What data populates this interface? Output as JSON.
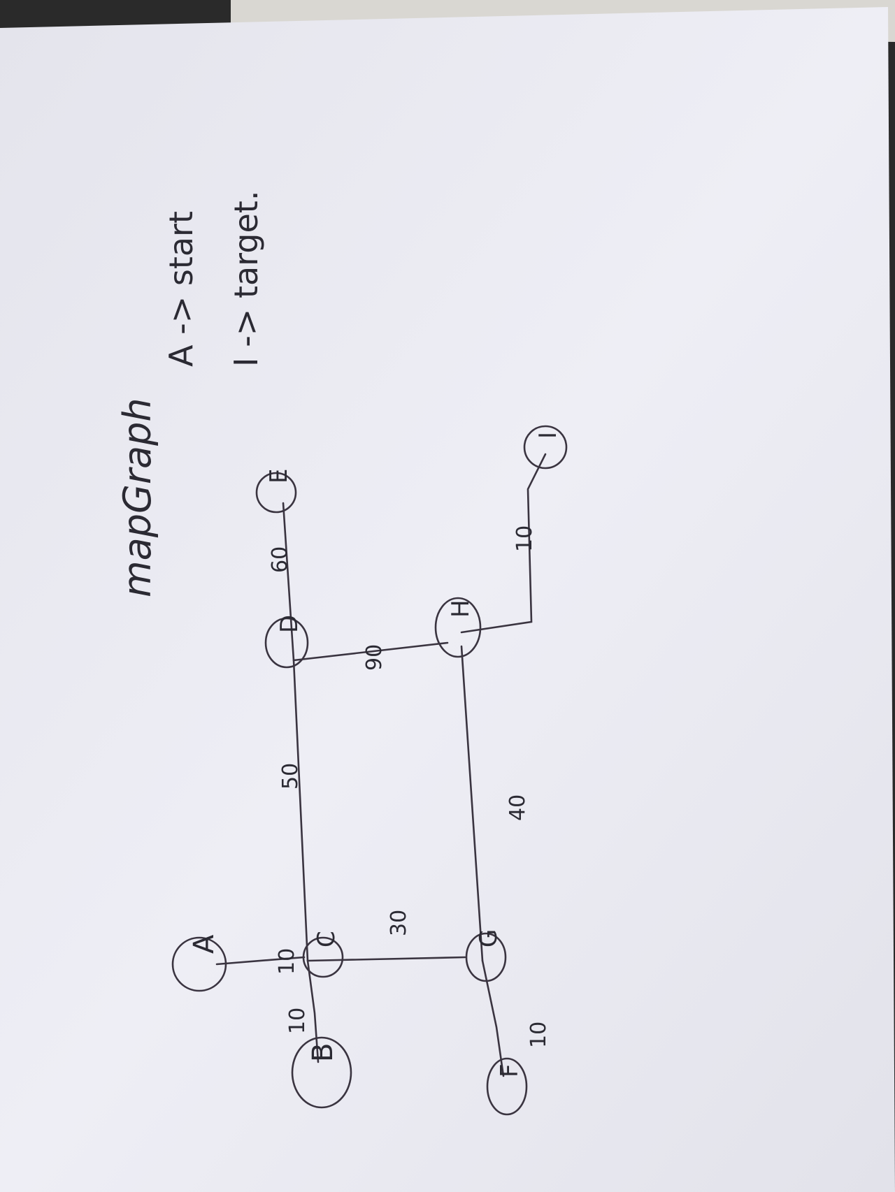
{
  "photo": {
    "title": "mapGraph",
    "legend": [
      "A -> start",
      "I -> target."
    ],
    "colors": {
      "paper": "#ebebf3",
      "ink": "#2b2a33",
      "background": "#2a2a2a"
    }
  },
  "graph": {
    "nodes": [
      "A",
      "B",
      "C",
      "D",
      "E",
      "F",
      "G",
      "H",
      "I"
    ],
    "edges": [
      {
        "from": "B",
        "to": "C",
        "weight": "10"
      },
      {
        "from": "A",
        "to": "C",
        "weight": "10"
      },
      {
        "from": "C",
        "to": "D",
        "weight": "50"
      },
      {
        "from": "D",
        "to": "E",
        "weight": "60"
      },
      {
        "from": "C",
        "to": "G",
        "weight": "30"
      },
      {
        "from": "D",
        "to": "H",
        "weight": "90"
      },
      {
        "from": "F",
        "to": "G",
        "weight": "10"
      },
      {
        "from": "G",
        "to": "H",
        "weight": "40"
      },
      {
        "from": "H",
        "to": "I",
        "weight": "10"
      }
    ]
  }
}
